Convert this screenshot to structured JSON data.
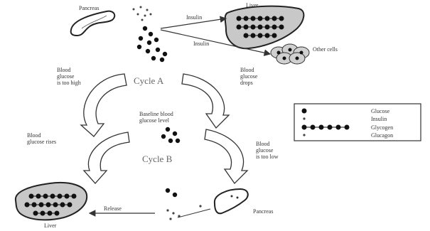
{
  "diagram": {
    "organs": {
      "pancreas_top": "Pancreas",
      "liver_top": "Liver",
      "other_cells": "Other cells",
      "liver_bottom": "Liver",
      "pancreas_bottom": "Pancreas"
    },
    "arrows": {
      "insulin_to_liver": "Insulin",
      "insulin_to_cells": "Insulin",
      "release": "Release"
    },
    "cycle_a": {
      "title": "Cycle A",
      "left_line1": "Blood",
      "left_line2": "glucose",
      "left_line3": "is too high",
      "right_line1": "Blood",
      "right_line2": "glucose",
      "right_line3": "drops"
    },
    "baseline": {
      "line1": "Baseline blood",
      "line2": "glucose level"
    },
    "cycle_b": {
      "title": "Cycle B",
      "left_line1": "Blood",
      "left_line2": "glucose rises",
      "right_line1": "Blood",
      "right_line2": "glucose",
      "right_line3": "is too low"
    },
    "legend": {
      "glucose": "Glucose",
      "insulin": "Insulin",
      "glycogen": "Glycogen",
      "glucagon": "Glucagon"
    }
  }
}
